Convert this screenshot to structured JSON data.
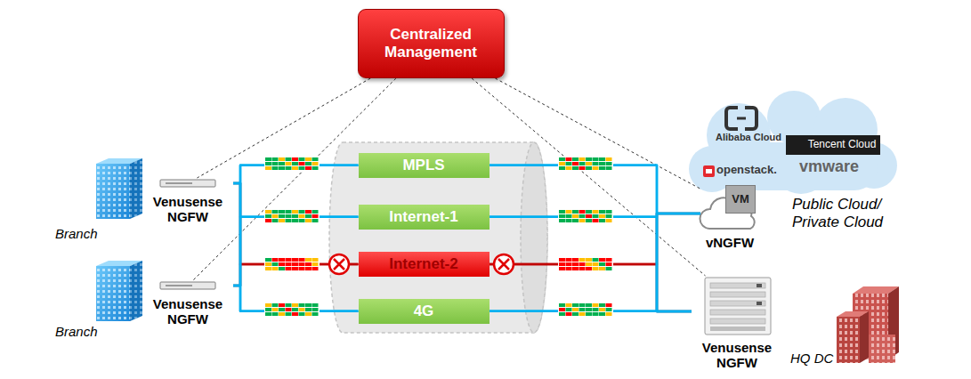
{
  "diagram": {
    "nodes": [
      {
        "text": [
          "Centralized Management"
        ]
      },
      {
        "text": [
          "Venusense NGFW"
        ]
      },
      {
        "text": [
          "Venusense NGFW"
        ]
      },
      {
        "text": [
          "MPLS"
        ]
      },
      {
        "text": [
          "Internet-1"
        ]
      },
      {
        "text": [
          "Internet-2"
        ]
      },
      {
        "text": [
          "4G"
        ]
      },
      {
        "text": [
          "Tencent Cloud"
        ]
      },
      {
        "text": [
          "vNGFW"
        ]
      },
      {
        "text": [
          "VM"
        ],
        "in": 8
      },
      {
        "text": [
          "Venusense NGFW"
        ]
      }
    ],
    "edges": [
      {
        "from": 0,
        "to": 1,
        "arrow": "none"
      },
      {
        "from": 0,
        "to": 2,
        "arrow": "none"
      },
      {
        "from": 0,
        "to": 8,
        "arrow": "none"
      },
      {
        "from": 0,
        "to": 10,
        "arrow": "none"
      },
      {
        "from": 1,
        "to": 3,
        "arrow": "none"
      },
      {
        "from": 1,
        "to": 4,
        "arrow": "none"
      },
      {
        "from": 1,
        "to": 5,
        "arrow": "none"
      },
      {
        "from": 1,
        "to": 6,
        "arrow": "none"
      },
      {
        "from": 2,
        "to": 3,
        "arrow": "none"
      },
      {
        "from": 2,
        "to": 4,
        "arrow": "none"
      },
      {
        "from": 2,
        "to": 5,
        "arrow": "none"
      },
      {
        "from": 2,
        "to": 6,
        "arrow": "none"
      },
      {
        "from": 3,
        "to": 8,
        "arrow": "none"
      },
      {
        "from": 4,
        "to": 8,
        "arrow": "none"
      },
      {
        "from": 5,
        "to": 8,
        "arrow": "none"
      },
      {
        "from": 6,
        "to": 8,
        "arrow": "none"
      },
      {
        "from": 3,
        "to": 10,
        "arrow": "none"
      },
      {
        "from": 4,
        "to": 10,
        "arrow": "none"
      },
      {
        "from": 5,
        "to": 10,
        "arrow": "none"
      },
      {
        "from": 6,
        "to": 10,
        "arrow": "none"
      }
    ],
    "labels": [
      "Branch",
      "Branch",
      "Alibaba Cloud",
      "openstack.",
      "vmware",
      "Public Cloud/ Private Cloud",
      "HQ DC"
    ]
  }
}
